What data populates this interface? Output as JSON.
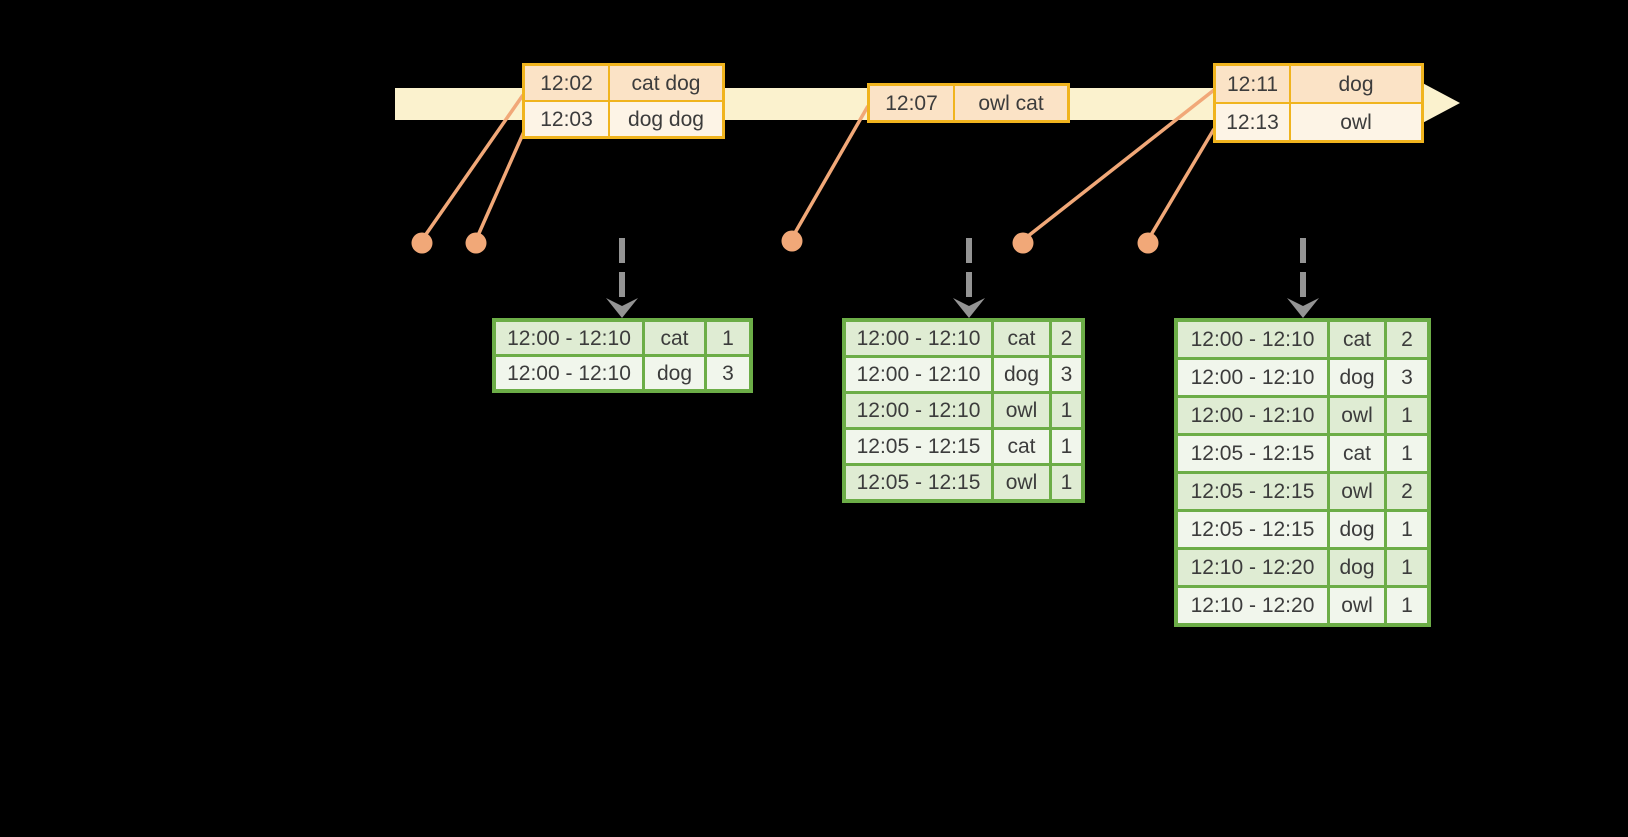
{
  "colors": {
    "background": "#000000",
    "timeline_band": "#fbf2ce",
    "event_border": "#f0b41e",
    "event_fill_dark": "#fbe3c6",
    "event_fill_light": "#fdf4e6",
    "connector": "#f1a878",
    "result_border": "#6cad47",
    "result_fill_dark": "#dfecd3",
    "result_fill_light": "#f1f6ec",
    "trigger_arrow": "#949494",
    "text": "#3c3c3c"
  },
  "graphics": {
    "timeline_arrow": "pale-yellow right-pointing arrow band",
    "event_dots": "5 salmon circles on event-time axis",
    "connector_lines": "salmon lines linking dots to event tables",
    "trigger_arrows": "3 gray dashed down-arrows onto result tables"
  },
  "event_tables": [
    {
      "id": "event-table-1202",
      "rows": [
        {
          "time": "12:02",
          "words": "cat dog"
        },
        {
          "time": "12:03",
          "words": "dog dog"
        }
      ]
    },
    {
      "id": "event-table-1207",
      "rows": [
        {
          "time": "12:07",
          "words": "owl cat"
        }
      ]
    },
    {
      "id": "event-table-1211",
      "rows": [
        {
          "time": "12:11",
          "words": "dog"
        },
        {
          "time": "12:13",
          "words": "owl"
        }
      ]
    }
  ],
  "result_tables": [
    {
      "id": "result-table-1",
      "rows": [
        {
          "window": "12:00 - 12:10",
          "word": "cat",
          "count": "1"
        },
        {
          "window": "12:00 - 12:10",
          "word": "dog",
          "count": "3"
        }
      ]
    },
    {
      "id": "result-table-2",
      "rows": [
        {
          "window": "12:00 - 12:10",
          "word": "cat",
          "count": "2"
        },
        {
          "window": "12:00 - 12:10",
          "word": "dog",
          "count": "3"
        },
        {
          "window": "12:00 - 12:10",
          "word": "owl",
          "count": "1"
        },
        {
          "window": "12:05 - 12:15",
          "word": "cat",
          "count": "1"
        },
        {
          "window": "12:05 - 12:15",
          "word": "owl",
          "count": "1"
        }
      ]
    },
    {
      "id": "result-table-3",
      "rows": [
        {
          "window": "12:00 - 12:10",
          "word": "cat",
          "count": "2"
        },
        {
          "window": "12:00 - 12:10",
          "word": "dog",
          "count": "3"
        },
        {
          "window": "12:00 - 12:10",
          "word": "owl",
          "count": "1"
        },
        {
          "window": "12:05 - 12:15",
          "word": "cat",
          "count": "1"
        },
        {
          "window": "12:05 - 12:15",
          "word": "owl",
          "count": "2"
        },
        {
          "window": "12:05 - 12:15",
          "word": "dog",
          "count": "1"
        },
        {
          "window": "12:10 - 12:20",
          "word": "dog",
          "count": "1"
        },
        {
          "window": "12:10 - 12:20",
          "word": "owl",
          "count": "1"
        }
      ]
    }
  ]
}
